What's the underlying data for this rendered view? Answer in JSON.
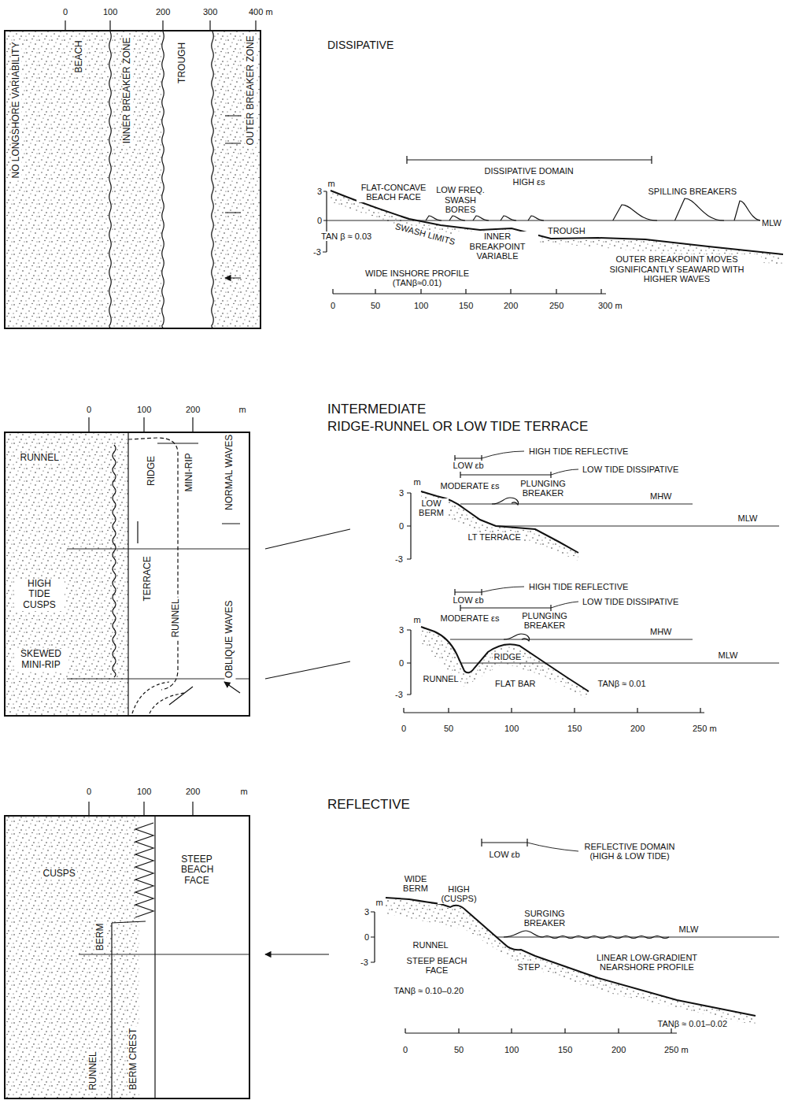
{
  "diagram": {
    "nodes": [
      {
        "text": [
          "NO LONGSHORE VARIABILITY",
          "BEACH",
          "INNER BREAKER ZONE",
          "TROUGH",
          "OUTER BREAKER ZONE"
        ]
      },
      {
        "text": [
          "RUNNEL",
          "RIDGE",
          "MINI-RIP",
          "NORMAL WAVES",
          "TERRACE",
          "HIGH TIDE CUSPS",
          "RUNNEL",
          "OBLIQUE WAVES",
          "SKEWED MINI-RIP"
        ]
      },
      {
        "text": [
          "CUSPS",
          "STEEP BEACH FACE",
          "BERM",
          "RUNNEL",
          "BERM CREST"
        ]
      }
    ],
    "labels": [
      "0",
      "100",
      "200",
      "300",
      "400 m",
      "DISSIPATIVE",
      "DISSIPATIVE DOMAIN",
      "HIGH εs",
      "FLAT-CONCAVE BEACH FACE",
      "LOW FREQ. SWASH BORES",
      "SPILLING BREAKERS",
      "MLW",
      "m",
      "3",
      "0",
      "-3",
      "TAN β ≈ 0.03",
      "SWASH LIMITS",
      "INNER BREAKPOINT VARIABLE",
      "TROUGH",
      "OUTER BREAKPOINT MOVES SIGNIFICANTLY SEAWARD WITH HIGHER WAVES",
      "WIDE INSHORE PROFILE (TANβ≈0.01)",
      "0",
      "50",
      "100",
      "150",
      "200",
      "250",
      "300 m",
      "0",
      "100",
      "200",
      "m",
      "INTERMEDIATE",
      "RIDGE-RUNNEL OR LOW TIDE TERRACE",
      "HIGH TIDE REFLECTIVE",
      "LOW εb",
      "LOW TIDE DISSIPATIVE",
      "MODERATE εs",
      "PLUNGING BREAKER",
      "LOW BERM",
      "MHW",
      "MLW",
      "LT TERRACE",
      "m",
      "3",
      "0",
      "-3",
      "HIGH TIDE REFLECTIVE",
      "LOW εb",
      "LOW TIDE DISSIPATIVE",
      "MODERATE εs",
      "PLUNGING BREAKER",
      "RIDGE",
      "MHW",
      "MLW",
      "RUNNEL",
      "FLAT BAR",
      "TANβ ≈ 0.01",
      "m",
      "3",
      "0",
      "-3",
      "0",
      "50",
      "100",
      "150",
      "200",
      "250 m",
      "0",
      "100",
      "200",
      "m",
      "REFLECTIVE",
      "LOW εb",
      "REFLECTIVE DOMAIN (HIGH & LOW TIDE)",
      "WIDE BERM",
      "HIGH (CUSPS)",
      "SURGING BREAKER",
      "MLW",
      "RUNNEL",
      "STEEP BEACH FACE",
      "STEP",
      "LINEAR LOW-GRADIENT NEARSHORE PROFILE",
      "TANβ ≈ 0.10–0.20",
      "TANβ ≈ 0.01–0.02",
      "m",
      "3",
      "0",
      "-3",
      "0",
      "50",
      "100",
      "150",
      "200",
      "250 m"
    ]
  }
}
